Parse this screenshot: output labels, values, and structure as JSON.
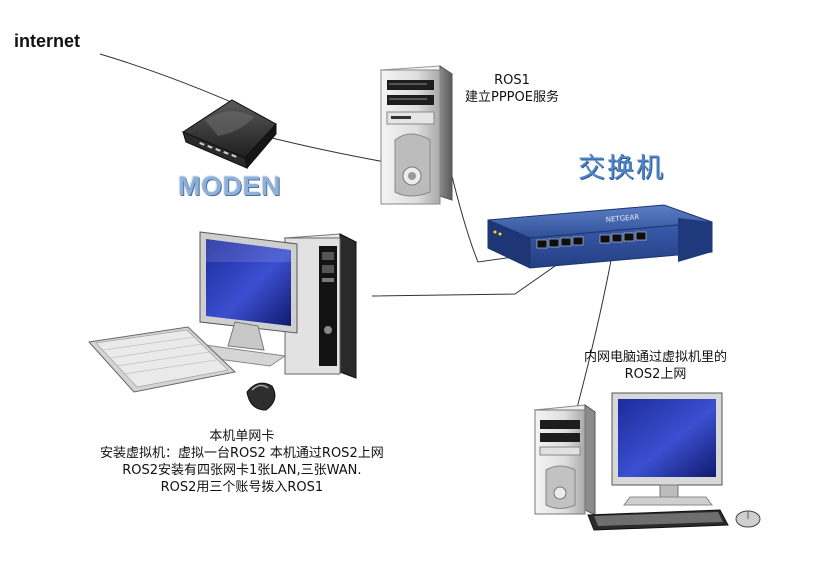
{
  "labels": {
    "internet": "internet",
    "modem": "MODEN",
    "switch": "交换机",
    "ros1_name": "ROS1",
    "ros1_desc": "建立PPPOE服务",
    "lan_pc_line1": "内网电脑通过虚拟机里的",
    "lan_pc_line2": "ROS2上网",
    "host_line1": "本机单网卡",
    "host_line2": "安装虚拟机：虚拟一台ROS2 本机通过ROS2上网",
    "host_line3": "ROS2安装有四张网卡1张LAN,三张WAN.",
    "host_line4": "ROS2用三个账号拨入ROS1"
  },
  "colors": {
    "switch_body": "#2f4f99",
    "switch_label": "#4f86c8",
    "modem_label": "#8fb0d8",
    "monitor_screen": "#2233aa",
    "tower": "#dcdcdc"
  },
  "icons": {
    "modem": "modem-icon",
    "server": "server-tower-icon",
    "switch": "network-switch-icon",
    "host": "desktop-pc-icon",
    "lan_pc": "desktop-pc-icon"
  }
}
